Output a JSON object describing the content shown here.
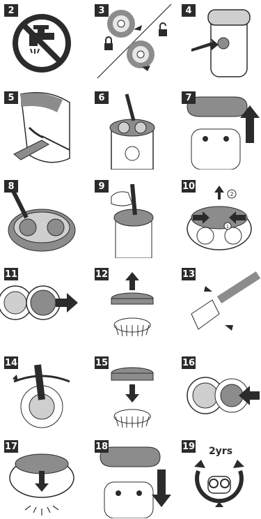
{
  "steps": [
    {
      "number": "2",
      "label": ""
    },
    {
      "number": "3",
      "label": ""
    },
    {
      "number": "4",
      "label": ""
    },
    {
      "number": "5",
      "label": ""
    },
    {
      "number": "6",
      "label": ""
    },
    {
      "number": "7",
      "label": ""
    },
    {
      "number": "8",
      "label": ""
    },
    {
      "number": "9",
      "label": ""
    },
    {
      "number": "10",
      "label": ""
    },
    {
      "number": "11",
      "label": ""
    },
    {
      "number": "12",
      "label": ""
    },
    {
      "number": "13",
      "label": ""
    },
    {
      "number": "14",
      "label": ""
    },
    {
      "number": "15",
      "label": ""
    },
    {
      "number": "16",
      "label": ""
    },
    {
      "number": "17",
      "label": ""
    },
    {
      "number": "18",
      "label": ""
    },
    {
      "number": "19",
      "label": ""
    }
  ],
  "callouts": {
    "step10_circle_1": "1",
    "step10_circle_2": "2",
    "step19_interval": "2yrs"
  },
  "icons": {
    "step2": "no-water-tap-icon",
    "step3": "lock-unlock-icon",
    "step19": "replace-cycle-icon"
  },
  "colors": {
    "ink": "#2b2b2b",
    "grey": "#8c8c8c",
    "light_grey": "#cfcfcf",
    "white": "#ffffff"
  }
}
